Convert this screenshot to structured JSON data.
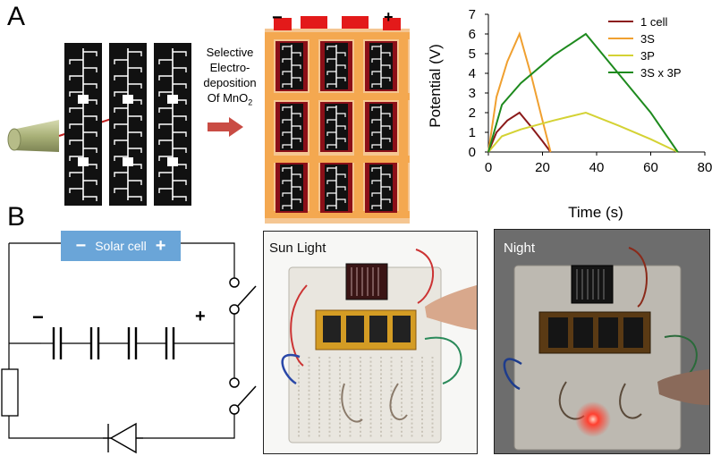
{
  "panel_a": {
    "letter": "A"
  },
  "panel_b": {
    "letter": "B"
  },
  "process": {
    "line1": "Selective",
    "line2": "Electro-",
    "line3": "deposition",
    "line4_prefix": "Of MnO",
    "line4_sub": "2"
  },
  "array": {
    "minus": "−",
    "plus": "+"
  },
  "circuit": {
    "solar_label": "Solar cell",
    "solar_minus": "−",
    "solar_plus": "+",
    "bank_minus": "−",
    "bank_plus": "+"
  },
  "photos": {
    "sun_label": "Sun Light",
    "night_label": "Night"
  },
  "chart_data": {
    "type": "line",
    "title": "",
    "xlabel": "Time (s)",
    "ylabel": "Potential (V)",
    "xlim": [
      0,
      80
    ],
    "ylim": [
      0,
      7
    ],
    "xticks": [
      0,
      20,
      40,
      60,
      80
    ],
    "yticks": [
      0,
      1,
      2,
      3,
      4,
      5,
      6,
      7
    ],
    "grid": false,
    "legend_position": "top-right",
    "series": [
      {
        "name": "1 cell",
        "color": "#8b1a1a",
        "x": [
          0,
          3,
          7,
          11.5,
          16,
          20,
          23
        ],
        "y": [
          0,
          1.0,
          1.6,
          2.0,
          1.25,
          0.55,
          0
        ]
      },
      {
        "name": "3S",
        "color": "#f0a030",
        "x": [
          0,
          3,
          7,
          11.5,
          16,
          20,
          23
        ],
        "y": [
          0,
          2.8,
          4.6,
          6.0,
          3.8,
          1.6,
          0
        ]
      },
      {
        "name": "3P",
        "color": "#d4d234",
        "x": [
          0,
          5,
          12,
          24,
          36,
          48,
          60,
          70
        ],
        "y": [
          0,
          0.8,
          1.15,
          1.6,
          2.0,
          1.35,
          0.65,
          0
        ]
      },
      {
        "name": "3S x 3P",
        "color": "#1e8a1e",
        "x": [
          0,
          5,
          12,
          24,
          36,
          48,
          60,
          70
        ],
        "y": [
          0,
          2.4,
          3.5,
          4.9,
          6.0,
          4.0,
          2.0,
          0
        ]
      }
    ]
  }
}
